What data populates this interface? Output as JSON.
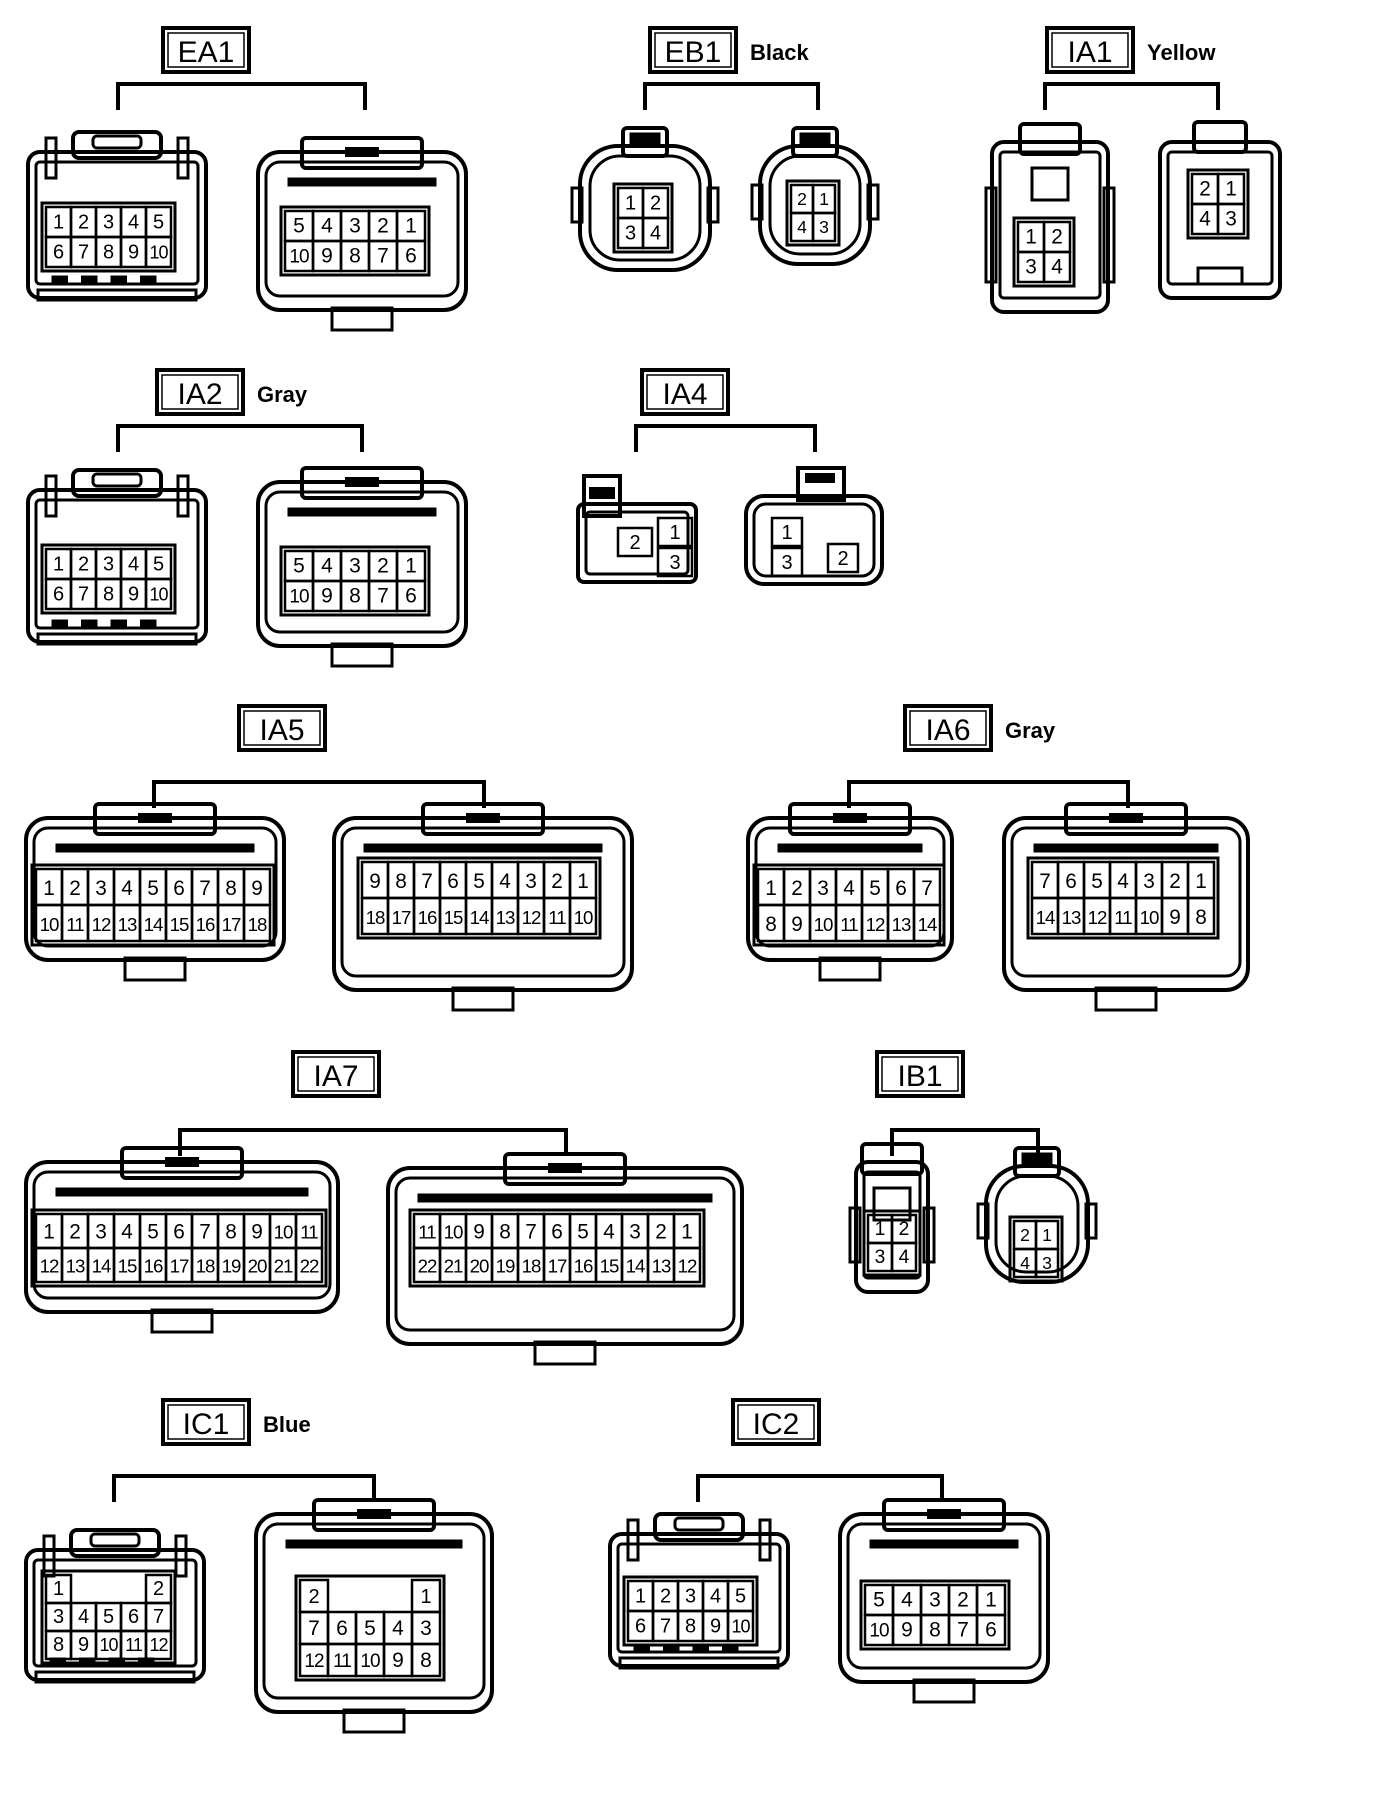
{
  "connectors": [
    {
      "code": "EA1",
      "color": "",
      "male_rows": [
        [
          "1",
          "2",
          "3",
          "4",
          "5"
        ],
        [
          "6",
          "7",
          "8",
          "9",
          "10"
        ]
      ],
      "female_rows": [
        [
          "5",
          "4",
          "3",
          "2",
          "1"
        ],
        [
          "10",
          "9",
          "8",
          "7",
          "6"
        ]
      ]
    },
    {
      "code": "EB1",
      "color": "Black",
      "male_rows": [
        [
          "1",
          "2"
        ],
        [
          "3",
          "4"
        ]
      ],
      "female_rows": [
        [
          "2",
          "1"
        ],
        [
          "4",
          "3"
        ]
      ]
    },
    {
      "code": "IA1",
      "color": "Yellow",
      "male_rows": [
        [
          "1",
          "2"
        ],
        [
          "3",
          "4"
        ]
      ],
      "female_rows": [
        [
          "2",
          "1"
        ],
        [
          "4",
          "3"
        ]
      ]
    },
    {
      "code": "IA2",
      "color": "Gray",
      "male_rows": [
        [
          "1",
          "2",
          "3",
          "4",
          "5"
        ],
        [
          "6",
          "7",
          "8",
          "9",
          "10"
        ]
      ],
      "female_rows": [
        [
          "5",
          "4",
          "3",
          "2",
          "1"
        ],
        [
          "10",
          "9",
          "8",
          "7",
          "6"
        ]
      ]
    },
    {
      "code": "IA4",
      "color": "",
      "male_rows": [
        [
          "2",
          "1",
          "3"
        ]
      ],
      "female_rows": [
        [
          "1",
          "3",
          "2"
        ]
      ]
    },
    {
      "code": "IA5",
      "color": "",
      "male_rows": [
        [
          "1",
          "2",
          "3",
          "4",
          "5",
          "6",
          "7",
          "8",
          "9"
        ],
        [
          "10",
          "11",
          "12",
          "13",
          "14",
          "15",
          "16",
          "17",
          "18"
        ]
      ],
      "female_rows": [
        [
          "9",
          "8",
          "7",
          "6",
          "5",
          "4",
          "3",
          "2",
          "1"
        ],
        [
          "18",
          "17",
          "16",
          "15",
          "14",
          "13",
          "12",
          "11",
          "10"
        ]
      ]
    },
    {
      "code": "IA6",
      "color": "Gray",
      "male_rows": [
        [
          "1",
          "2",
          "3",
          "4",
          "5",
          "6",
          "7"
        ],
        [
          "8",
          "9",
          "10",
          "11",
          "12",
          "13",
          "14"
        ]
      ],
      "female_rows": [
        [
          "7",
          "6",
          "5",
          "4",
          "3",
          "2",
          "1"
        ],
        [
          "14",
          "13",
          "12",
          "11",
          "10",
          "9",
          "8"
        ]
      ]
    },
    {
      "code": "IA7",
      "color": "",
      "male_rows": [
        [
          "1",
          "2",
          "3",
          "4",
          "5",
          "6",
          "7",
          "8",
          "9",
          "10",
          "11"
        ],
        [
          "12",
          "13",
          "14",
          "15",
          "16",
          "17",
          "18",
          "19",
          "20",
          "21",
          "22"
        ]
      ],
      "female_rows": [
        [
          "11",
          "10",
          "9",
          "8",
          "7",
          "6",
          "5",
          "4",
          "3",
          "2",
          "1"
        ],
        [
          "22",
          "21",
          "20",
          "19",
          "18",
          "17",
          "16",
          "15",
          "14",
          "13",
          "12"
        ]
      ]
    },
    {
      "code": "IB1",
      "color": "",
      "male_rows": [
        [
          "1",
          "2"
        ],
        [
          "3",
          "4"
        ]
      ],
      "female_rows": [
        [
          "2",
          "1"
        ],
        [
          "4",
          "3"
        ]
      ]
    },
    {
      "code": "IC1",
      "color": "Blue",
      "male_rows": [
        [
          "1",
          "2"
        ],
        [
          "3",
          "4",
          "5",
          "6",
          "7"
        ],
        [
          "8",
          "9",
          "10",
          "11",
          "12"
        ]
      ],
      "female_rows": [
        [
          "2",
          "1"
        ],
        [
          "7",
          "6",
          "5",
          "4",
          "3"
        ],
        [
          "12",
          "11",
          "10",
          "9",
          "8"
        ]
      ]
    },
    {
      "code": "IC2",
      "color": "",
      "male_rows": [
        [
          "1",
          "2",
          "3",
          "4",
          "5"
        ],
        [
          "6",
          "7",
          "8",
          "9",
          "10"
        ]
      ],
      "female_rows": [
        [
          "5",
          "4",
          "3",
          "2",
          "1"
        ],
        [
          "10",
          "9",
          "8",
          "7",
          "6"
        ]
      ]
    }
  ]
}
